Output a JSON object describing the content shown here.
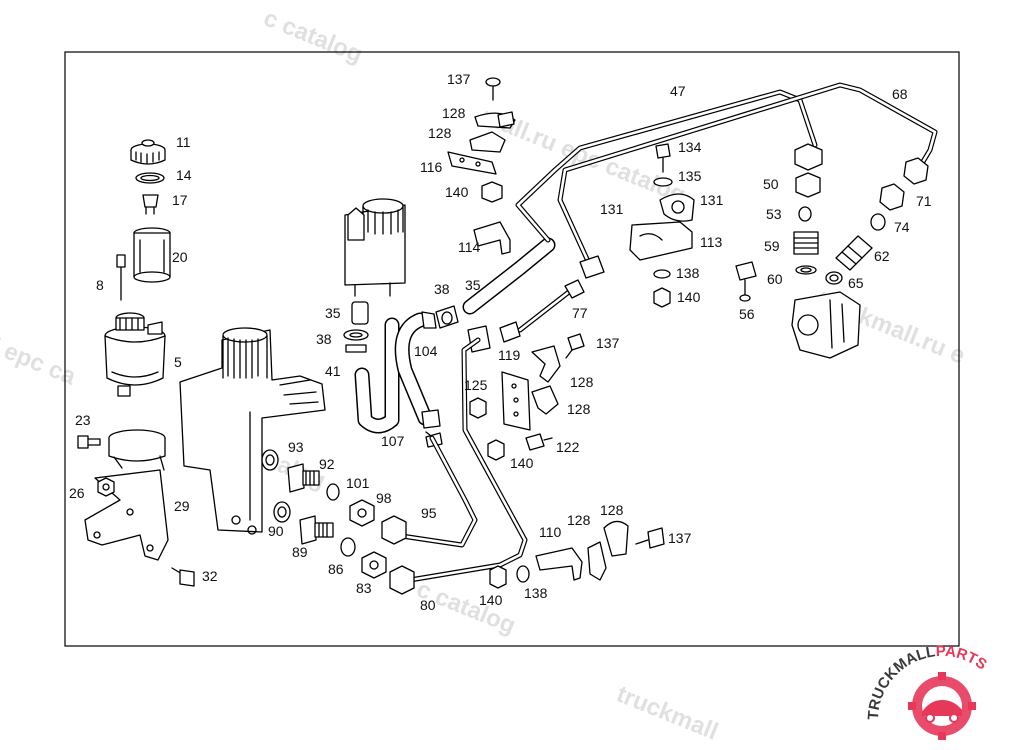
{
  "diagram": {
    "callouts": [
      "137",
      "128",
      "128",
      "116",
      "140",
      "47",
      "68",
      "134",
      "135",
      "131",
      "131",
      "113",
      "50",
      "53",
      "59",
      "60",
      "56",
      "71",
      "74",
      "62",
      "65",
      "138",
      "140",
      "114",
      "11",
      "14",
      "17",
      "20",
      "8",
      "5",
      "35",
      "35",
      "38",
      "38",
      "104",
      "77",
      "119",
      "137",
      "128",
      "128",
      "125",
      "41",
      "107",
      "122",
      "140",
      "23",
      "26",
      "29",
      "32",
      "93",
      "92",
      "101",
      "98",
      "95",
      "90",
      "89",
      "86",
      "83",
      "80",
      "110",
      "128",
      "128",
      "137",
      "140",
      "138"
    ]
  },
  "watermark": {
    "text": "truckmall.ru epc catalog",
    "fragment_top": "c catalog",
    "fragment_left": "l epc ca",
    "fragment_right": "truckmall.ru e",
    "fragment_bottom": "c catalog",
    "fragment_bottom2": "truckmall",
    "fragment_center": "mall.ru epc catalog"
  },
  "logo": {
    "brand_dark": "TRUCKMALL",
    "brand_accent": "PARTS",
    "accent_color": "#e6395a",
    "dark_color": "#3a3a3a",
    "icon": "gear-car-icon"
  }
}
